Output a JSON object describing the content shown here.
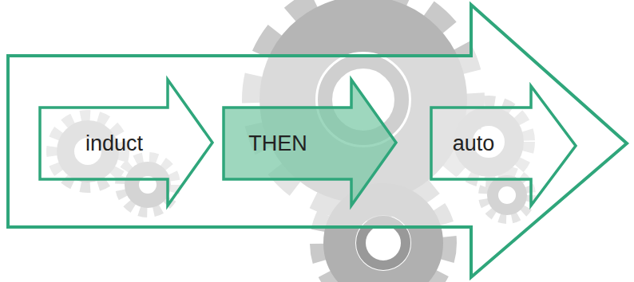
{
  "diagram": {
    "nodes": [
      {
        "text": [
          "induct"
        ]
      },
      {
        "text": [
          "THEN"
        ]
      },
      {
        "text": [
          "auto"
        ]
      }
    ]
  }
}
